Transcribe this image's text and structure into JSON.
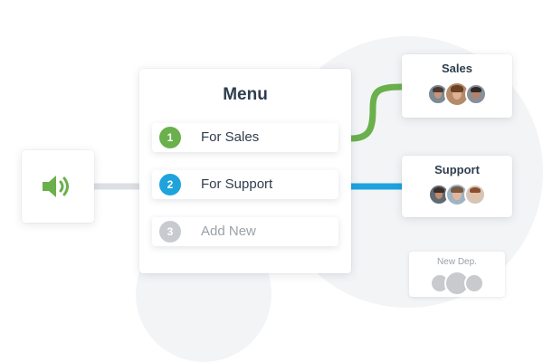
{
  "menu": {
    "title": "Menu",
    "items": [
      {
        "number": "1",
        "label": "For Sales",
        "color": "#6ab04c"
      },
      {
        "number": "2",
        "label": "For Support",
        "color": "#1fa3dc"
      },
      {
        "number": "3",
        "label": "Add New",
        "color": "#c7cbd0"
      }
    ]
  },
  "departments": {
    "sales": {
      "title": "Sales",
      "avatar_count": 3
    },
    "support": {
      "title": "Support",
      "avatar_count": 3
    },
    "new": {
      "title": "New Dep."
    }
  },
  "colors": {
    "speaker": "#6ab04c",
    "sales_line": "#6ab04c",
    "support_line": "#1fa3dc",
    "input_line": "#dcdfe3",
    "title_text": "#2f3e4e",
    "muted_text": "#9aa1a8"
  },
  "icons": {
    "source": "speaker-icon"
  }
}
